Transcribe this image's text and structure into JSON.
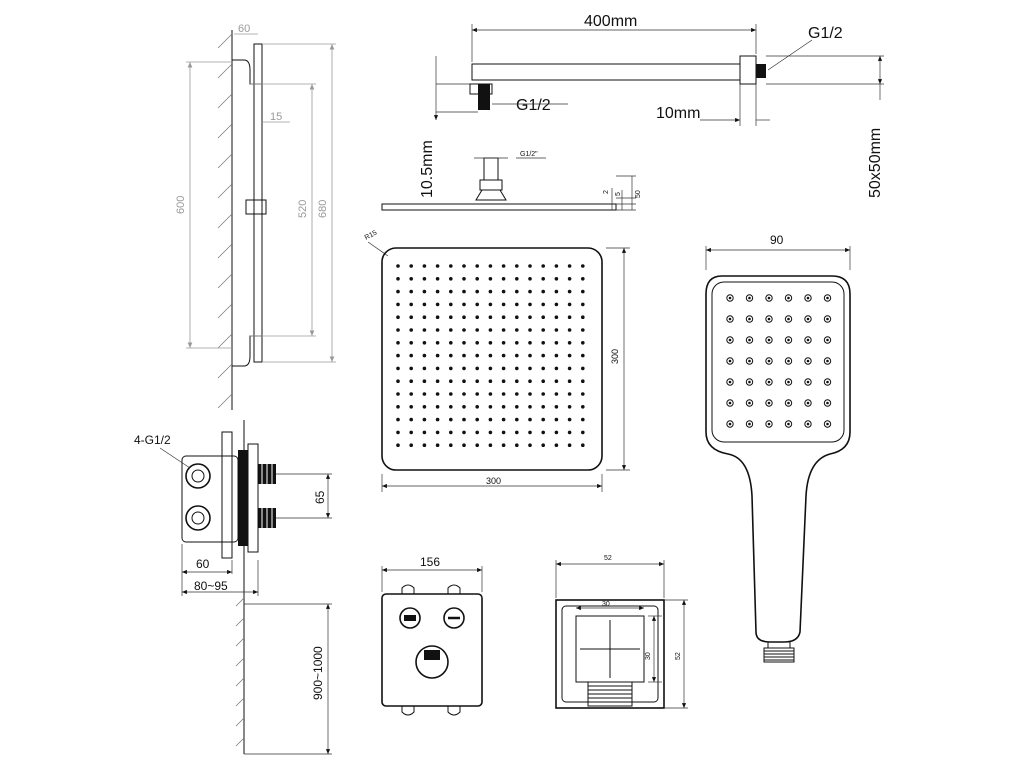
{
  "dimensions": {
    "rail_top": "60",
    "rail_15": "15",
    "rail_600": "600",
    "rail_520": "520",
    "rail_680": "680",
    "arm_length": "400mm",
    "arm_thread_outlet": "G1/2",
    "arm_thread_inlet": "G1/2",
    "arm_thickness": "10mm",
    "arm_height": "10.5mm",
    "arm_section": "50x50mm",
    "head_thread": "G1/2\"",
    "head_d2": "2",
    "head_d5": "5",
    "head_d50": "50",
    "head_radius": "R15",
    "head_width": "300",
    "head_height": "300",
    "hand_width": "90",
    "valve_thread": "4-G1/2",
    "valve_spacing": "65",
    "valve_depth": "60",
    "valve_range": "80~95",
    "valve_mount_height": "900~1000",
    "plate_width": "156",
    "elbow_52_top": "52",
    "elbow_30_top": "30",
    "elbow_30_side": "30",
    "elbow_52_side": "52"
  }
}
